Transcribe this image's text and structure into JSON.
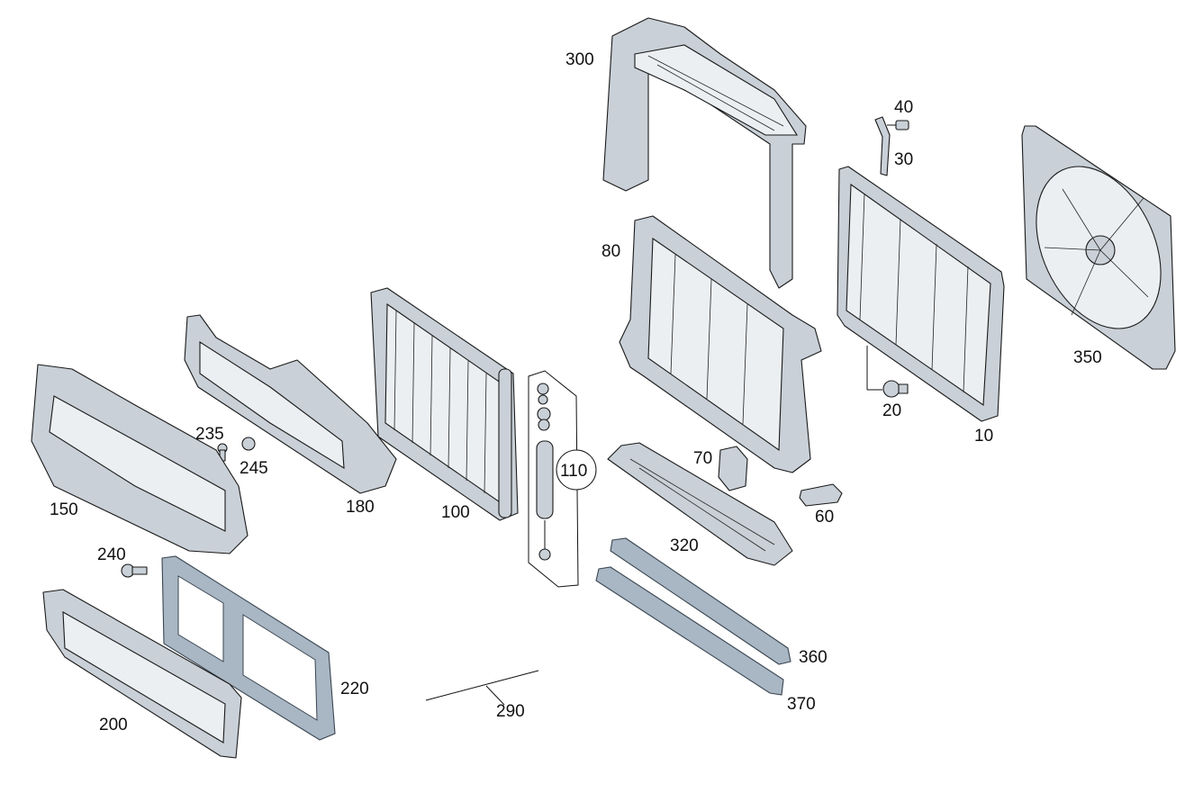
{
  "diagram": {
    "callouts": {
      "p10": "10",
      "p20": "20",
      "p30": "30",
      "p40": "40",
      "p60": "60",
      "p70": "70",
      "p80": "80",
      "p100": "100",
      "p110": "110",
      "p150": "150",
      "p180": "180",
      "p200": "200",
      "p220": "220",
      "p235": "235",
      "p240": "240",
      "p245": "245",
      "p290": "290",
      "p300": "300",
      "p320": "320",
      "p350": "350",
      "p360": "360",
      "p370": "370"
    },
    "colors": {
      "part_gray": "#c9d0d7",
      "part_blue": "#a9b6c3",
      "line": "#1a1a1a",
      "background": "#ffffff"
    }
  }
}
